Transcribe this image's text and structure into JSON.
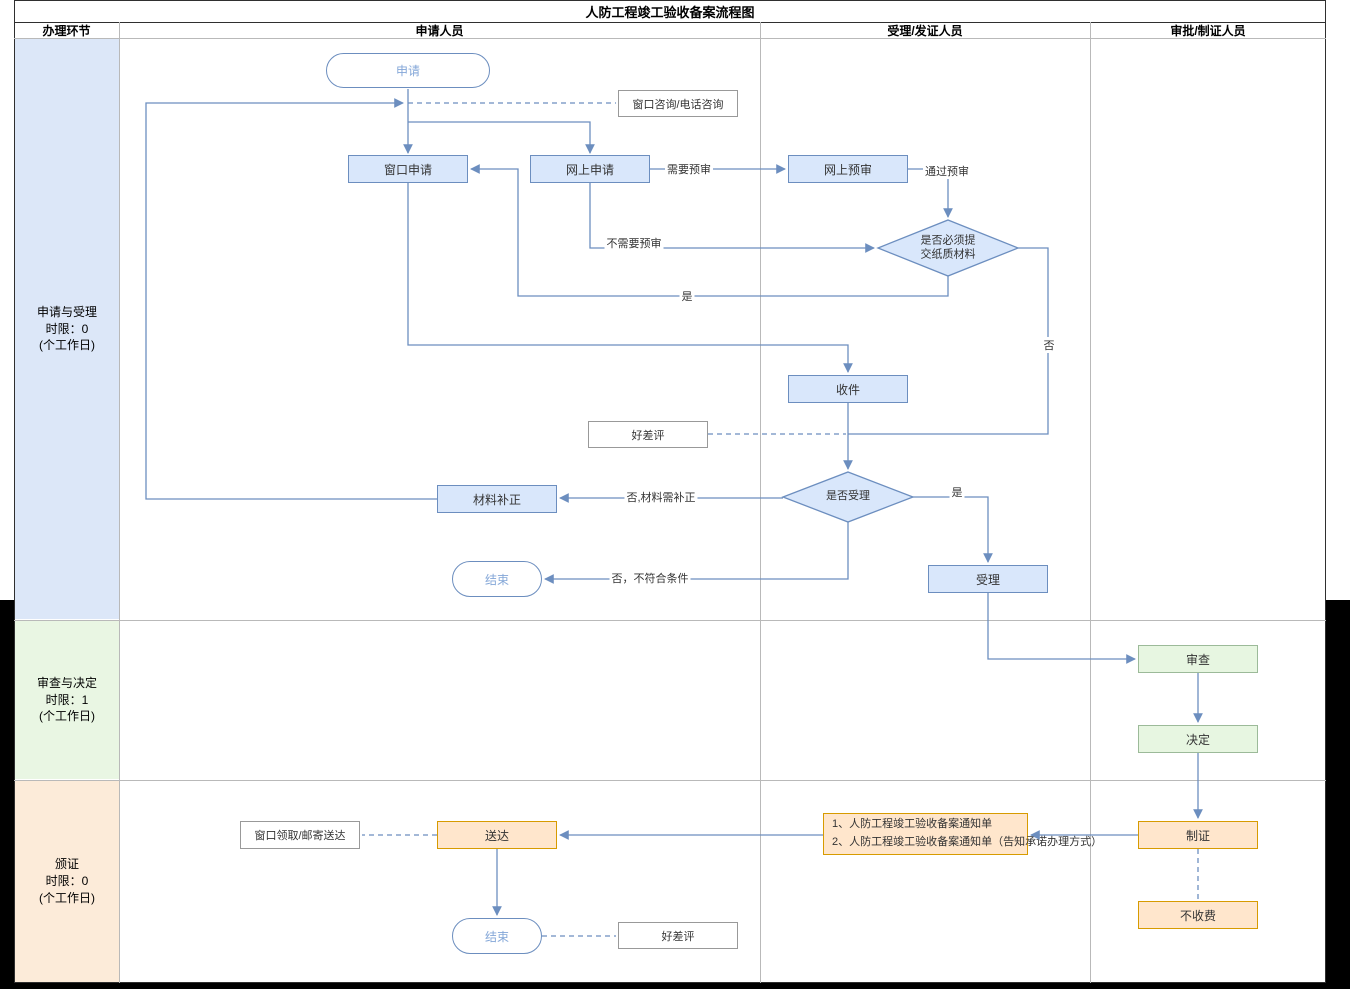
{
  "title": "人防工程竣工验收备案流程图",
  "columns": {
    "c0": "办理环节",
    "c1": "申请人员",
    "c2": "受理/发证人员",
    "c3": "审批/制证人员"
  },
  "lanes": {
    "lane1": {
      "name": "申请与受理",
      "limit": "时限：0",
      "unit": "(个工作日)"
    },
    "lane2": {
      "name": "审查与决定",
      "limit": "时限：1",
      "unit": "(个工作日)"
    },
    "lane3": {
      "name": "颁证",
      "limit": "时限：0",
      "unit": "(个工作日)"
    }
  },
  "nodes": {
    "start": "申请",
    "consult": "窗口咨询/电话咨询",
    "window_apply": "窗口申请",
    "online_apply": "网上申请",
    "online_preview": "网上预审",
    "paper_decision_line1": "是否必须提",
    "paper_decision_line2": "交纸质材料",
    "receive": "收件",
    "rating1": "好差评",
    "accept_decision": "是否受理",
    "material_fix": "材料补正",
    "end1": "结束",
    "accept": "受理",
    "review": "审查",
    "decide": "决定",
    "make_cert": "制证",
    "notice_line1": "1、人防工程竣工验收备案通知单",
    "notice_line2": "2、人防工程竣工验收备案通知单（告知承诺办理方式）",
    "deliver": "送达",
    "pickup": "窗口领取/邮寄送达",
    "no_fee": "不收费",
    "end2": "结束",
    "rating2": "好差评"
  },
  "edge_labels": {
    "need_preview": "需要预审",
    "pass_preview": "通过预审",
    "no_need_preview": "不需要预审",
    "paper_yes": "是",
    "paper_no": "否",
    "fix_needed": "否,材料需补正",
    "accept_yes": "是",
    "not_qualified": "否，不符合条件"
  },
  "colors": {
    "node_blue_fill": "#d9e7fb",
    "node_blue_border": "#6c8ebf",
    "node_green_fill": "#e7f6e1",
    "node_green_border": "#9cba99",
    "node_orange_fill": "#ffe6cc",
    "node_orange_border": "#d79b00",
    "connector_line": "#6c8ebf",
    "lane1_bg": "#dce7f8",
    "lane2_bg": "#e9f6e3",
    "lane3_bg": "#fcebd9"
  }
}
